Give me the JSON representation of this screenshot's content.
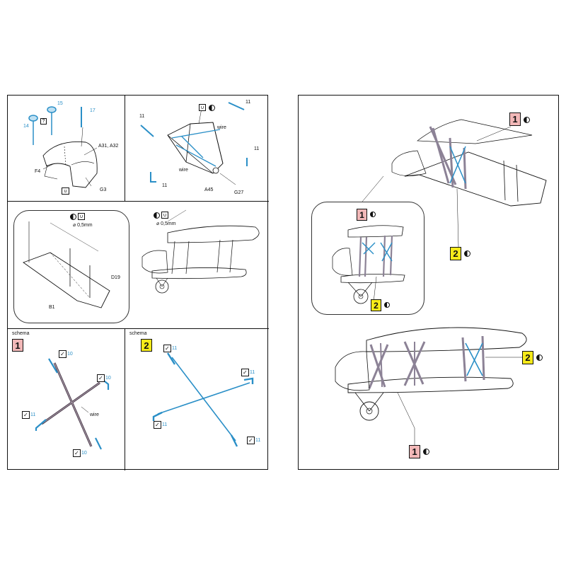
{
  "left": {
    "cowling": {
      "labels": [
        "14",
        "15",
        "17",
        "A31, A32",
        "F4",
        "G3"
      ],
      "question_mark": "?"
    },
    "cabane": {
      "labels": [
        "11",
        "11",
        "11",
        "wire",
        "wire",
        "A45",
        "G27",
        "11"
      ]
    },
    "interplane": {
      "labels": [
        "⌀ 0,5mm",
        "⌀ 0,5mm",
        "D19",
        "B1"
      ]
    },
    "schema1": {
      "title": "schema",
      "badge": "1",
      "labels": [
        "10",
        "10",
        "11",
        "10",
        "wire"
      ]
    },
    "schema2": {
      "title": "schema",
      "badge": "2",
      "labels": [
        "11",
        "11",
        "11",
        "11"
      ]
    }
  },
  "right": {
    "callouts": [
      "1",
      "2",
      "1",
      "2",
      "2",
      "1"
    ]
  },
  "colors": {
    "part_blue": "#2a8fc7",
    "wire_dark": "#4a3b4a",
    "badge_pink": "#f2b8b8",
    "badge_yellow": "#f5ea1a"
  },
  "icons": [
    "half-circle-icon",
    "check-icon",
    "u-bend-icon",
    "question-icon"
  ]
}
